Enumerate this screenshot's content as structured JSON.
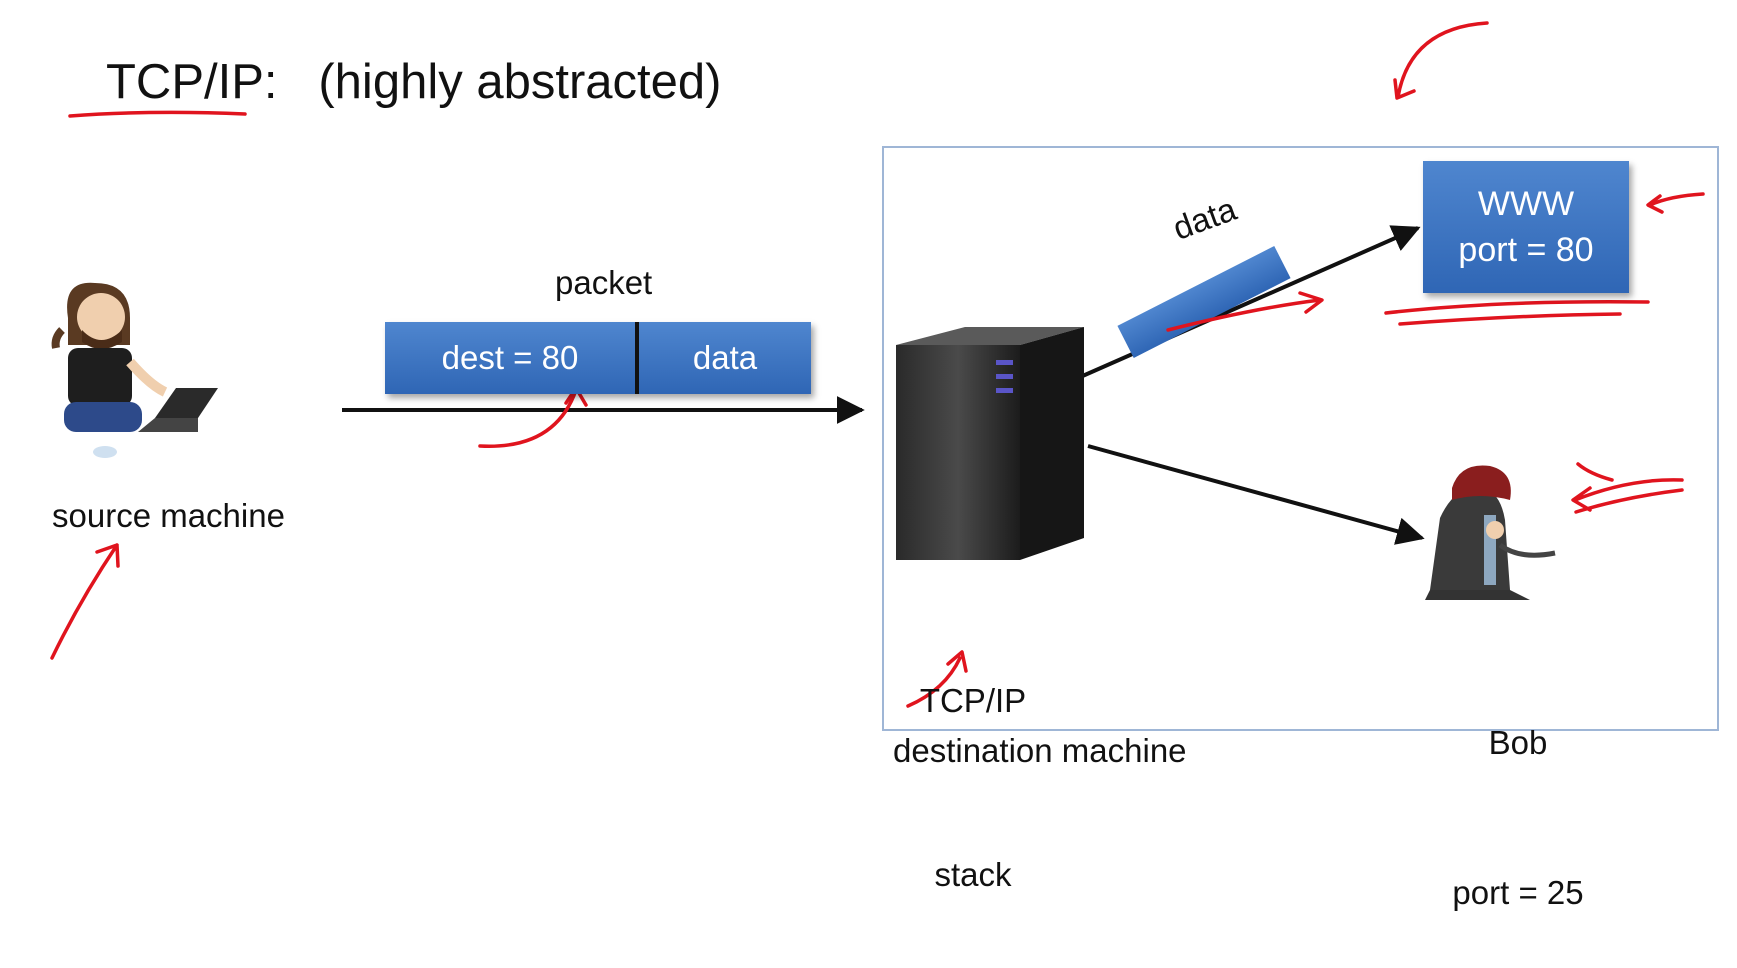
{
  "title": "TCP/IP:   (highly abstracted)",
  "source": {
    "label": "source machine"
  },
  "packet": {
    "label": "packet",
    "dest_field": "dest = 80",
    "data_field": "data"
  },
  "destination": {
    "label": "destination machine",
    "stack_label_line1": "TCP/IP",
    "stack_label_line2": "stack",
    "data_label": "data",
    "www": {
      "line1": "WWW",
      "line2": "port = 80"
    },
    "bob": {
      "name": "Bob",
      "port": "port = 25"
    }
  },
  "colors": {
    "box_blue": "#3a74c2",
    "annotation_red": "#e0141e",
    "frame": "#9fb6d6"
  }
}
